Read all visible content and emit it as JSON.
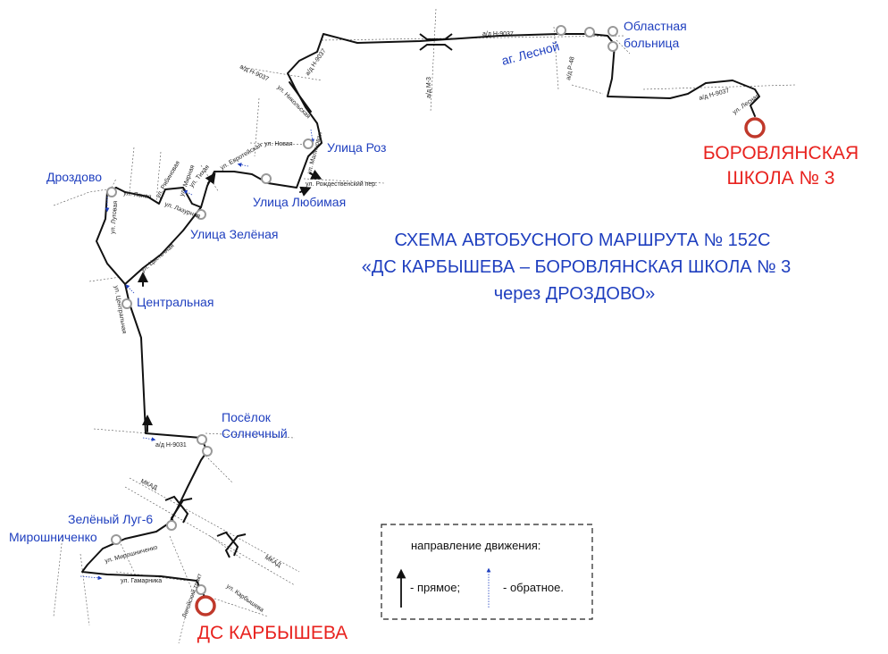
{
  "title": {
    "line1": "СХЕМА АВТОБУСНОГО МАРШРУТА № 152С",
    "line2": "«ДС КАРБЫШЕВА – БОРОВЛЯНСКАЯ ШКОЛА № 3",
    "line3": "через ДРОЗДОВО»"
  },
  "terminals": {
    "start": "ДС КАРБЫШЕВА",
    "end_line1": "БОРОВЛЯНСКАЯ",
    "end_line2": "ШКОЛА № 3"
  },
  "stops": {
    "oblastnaya_1": "Областная",
    "oblastnaya_2": "больница",
    "ag_lesnoy": "аг. Лесной",
    "ulitsa_roz": "Улица Роз",
    "ulitsa_lyubimaya": "Улица Любимая",
    "drozdovo": "Дроздово",
    "ulitsa_zelenaya": "Улица Зелёная",
    "tsentralnaya": "Центральная",
    "poselok_1": "Посёлок",
    "poselok_2": "Солнечный",
    "zeleny_lug": "Зелёный Луг-6",
    "miroshnichenko": "Мирошниченко"
  },
  "road_labels": {
    "n9037_top": "а/д Н-9037",
    "n9037_left": "а/д Н-9037",
    "n9037_vert": "а/д Н-9037",
    "n9037_right": "а/д Н-9037",
    "m3": "а/д М-3",
    "r48": "а/д Р-48",
    "lesnaya": "ул. Лесная",
    "nikolskaya": "ул. Никольская",
    "novaya": "ул. Новая",
    "malinovaya": "ул. Малиновая",
    "rozhdestvensky": "ул. Рождественский пер.",
    "evroteyskaya": "ул. Евротейская",
    "ryabinovaya": "ул. Рябиновая",
    "mirnaya": "ул. Мирная",
    "lazurnaya": "ул. Лазурная",
    "tikhaya": "ул. Тихая",
    "yasnaya": "ул. Ясная",
    "lugovaya": "ул. Луговая",
    "tsvetochnaya": "ул. Цветочная",
    "tsentralnaya": "ул. Центральная",
    "n9031": "а/д Н-9031",
    "mkad_1": "МКАД",
    "mkad_2": "МКАД",
    "miroshnichenko": "ул. Мирошниченко",
    "gamarnika": "ул. Гамарника",
    "logoysky": "Логойский тракт",
    "karbysheva": "ул. Карбышева"
  },
  "legend": {
    "heading": "направление движения:",
    "forward": "- прямое;",
    "reverse": "- обратное."
  }
}
